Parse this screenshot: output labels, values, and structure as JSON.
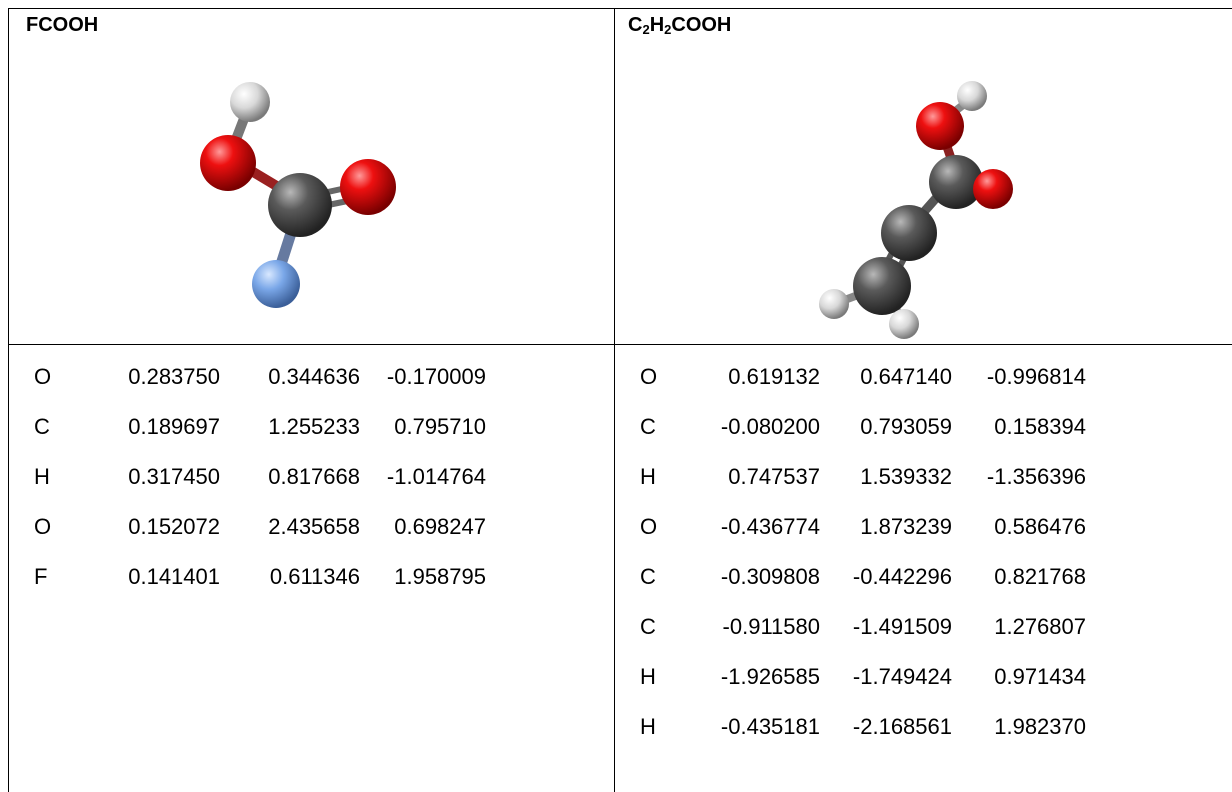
{
  "left": {
    "title": "FCOOH",
    "atoms": [
      {
        "el": "O",
        "x": "0.283750",
        "y": "0.344636",
        "z": "-0.170009"
      },
      {
        "el": "C",
        "x": "0.189697",
        "y": "1.255233",
        "z": "0.795710"
      },
      {
        "el": "H",
        "x": "0.317450",
        "y": "0.817668",
        "z": "-1.014764"
      },
      {
        "el": "O",
        "x": "0.152072",
        "y": "2.435658",
        "z": "0.698247"
      },
      {
        "el": "F",
        "x": "0.141401",
        "y": "0.611346",
        "z": "1.958795"
      }
    ]
  },
  "right": {
    "title_parts": [
      "C",
      "2",
      "H",
      "2",
      "COOH"
    ],
    "atoms": [
      {
        "el": "O",
        "x": "0.619132",
        "y": "0.647140",
        "z": "-0.996814"
      },
      {
        "el": "C",
        "x": "-0.080200",
        "y": "0.793059",
        "z": "0.158394"
      },
      {
        "el": "H",
        "x": "0.747537",
        "y": "1.539332",
        "z": "-1.356396"
      },
      {
        "el": "O",
        "x": "-0.436774",
        "y": "1.873239",
        "z": "0.586476"
      },
      {
        "el": "C",
        "x": "-0.309808",
        "y": "-0.442296",
        "z": "0.821768"
      },
      {
        "el": "C",
        "x": "-0.911580",
        "y": "-1.491509",
        "z": "1.276807"
      },
      {
        "el": "H",
        "x": "-1.926585",
        "y": "-1.749424",
        "z": "0.971434"
      },
      {
        "el": "H",
        "x": "-0.435181",
        "y": "-2.168561",
        "z": "1.982370"
      }
    ]
  },
  "colors": {
    "oxygen": "#e00000",
    "carbon": "#555555",
    "hydrogen": "#e8e8e8",
    "fluorine": "#7aa7e8",
    "border": "#000000"
  }
}
